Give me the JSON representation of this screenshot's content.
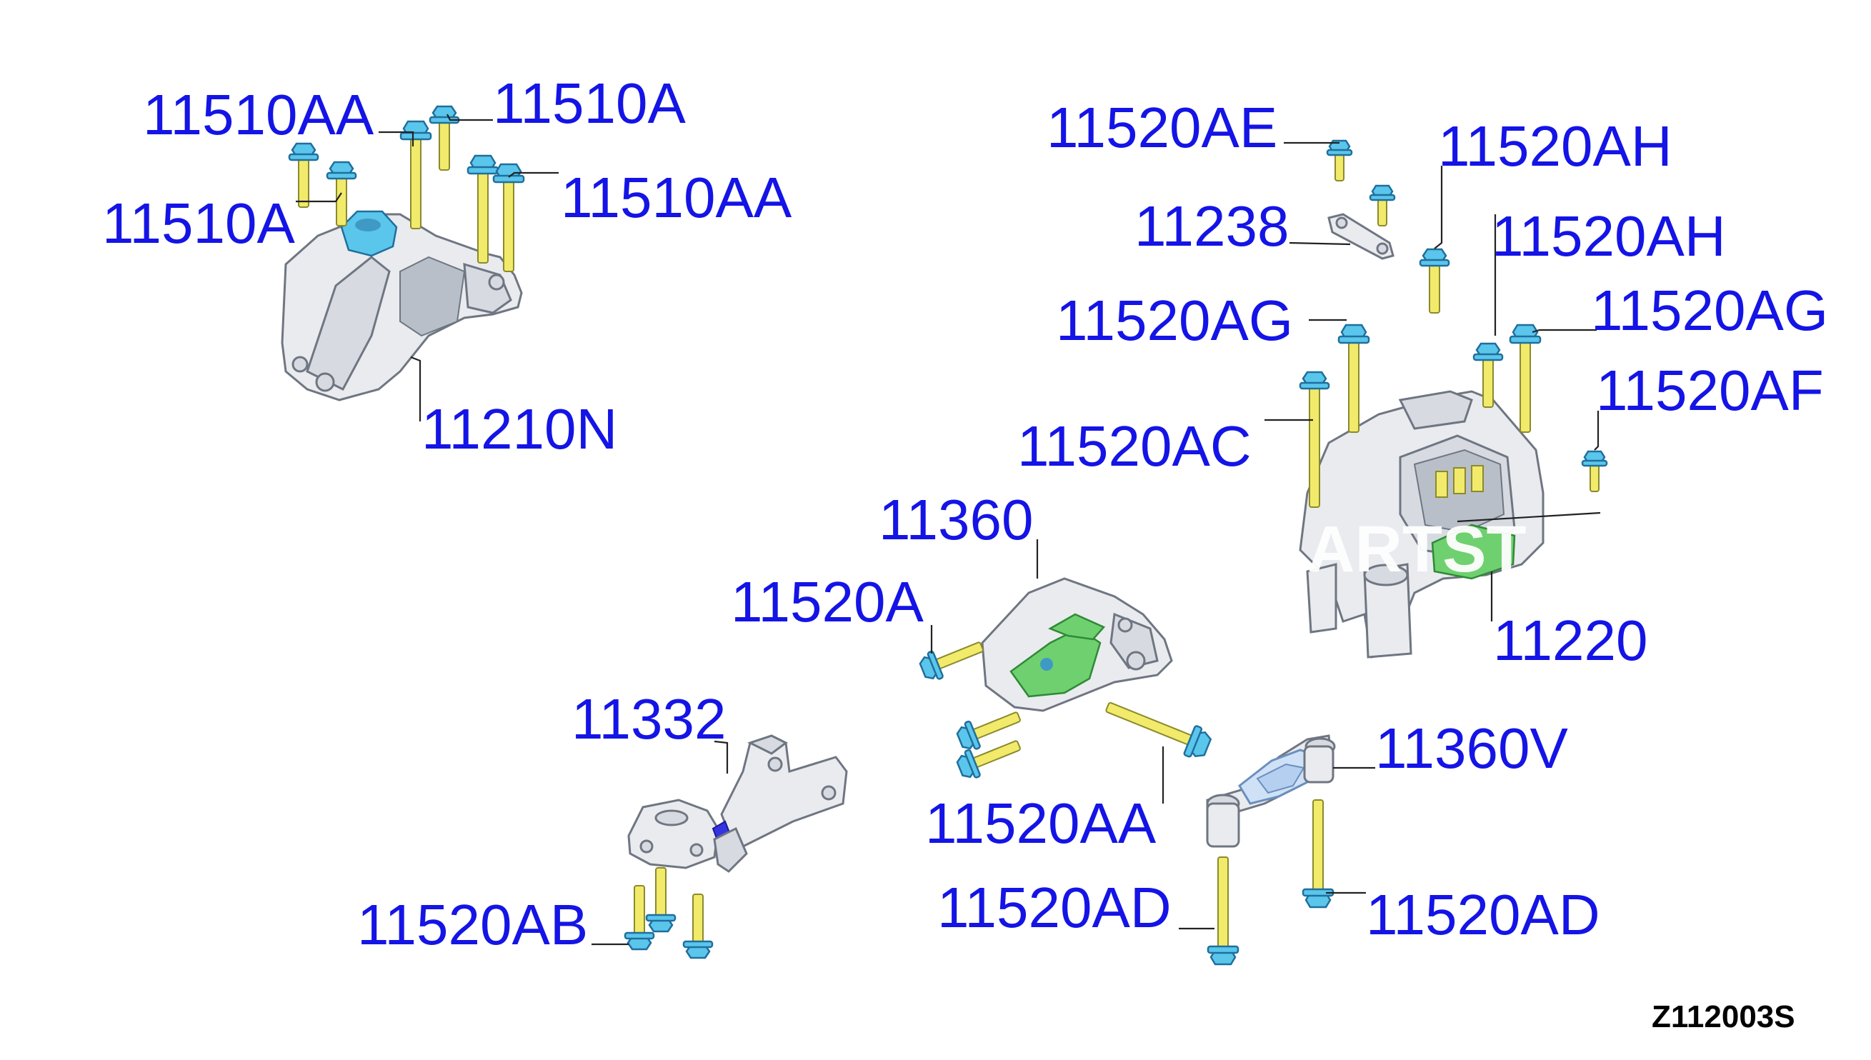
{
  "diagram": {
    "callouts": {
      "c_11510aa_top": "11510AA",
      "c_11510a_top": "11510A",
      "c_11510a_left": "11510A",
      "c_11510aa_right": "11510AA",
      "c_11210n": "11210N",
      "c_11520ae": "11520AE",
      "c_11520ah_1": "11520AH",
      "c_11238": "11238",
      "c_11520ah_2": "11520AH",
      "c_11520ag_left": "11520AG",
      "c_11520ag_right": "11520AG",
      "c_11520af": "11520AF",
      "c_11520ac": "11520AC",
      "c_11360": "11360",
      "c_11520a": "11520A",
      "c_11220": "11220",
      "c_11332": "11332",
      "c_11360v": "11360V",
      "c_11520aa": "11520AA",
      "c_11520ab": "11520AB",
      "c_11520ad_left": "11520AD",
      "c_11520ad_right": "11520AD"
    },
    "diagram_code": "Z112003S",
    "watermark": "ARTST",
    "colors": {
      "label": "#1414e6",
      "bolt_head": "#5bc6ec",
      "bolt_shank": "#f2ea6b",
      "rubber_insert": "#6fd070",
      "metal": "#e9ebef"
    }
  }
}
